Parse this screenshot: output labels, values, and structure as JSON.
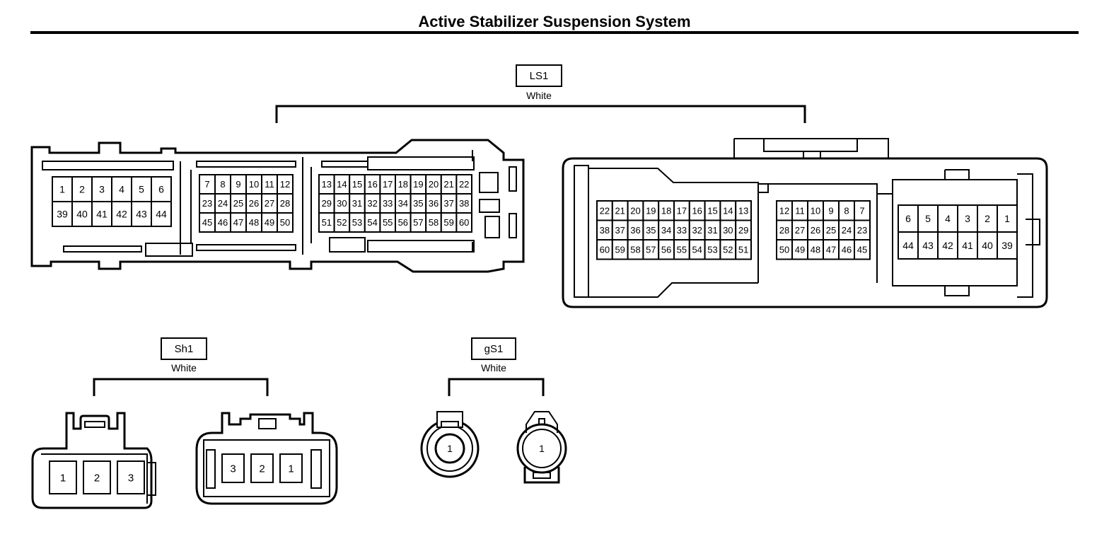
{
  "title": "Active Stabilizer Suspension System",
  "connectors": [
    {
      "code": "LS1",
      "color": "White"
    },
    {
      "code": "Sh1",
      "color": "White"
    },
    {
      "code": "gS1",
      "color": "White"
    }
  ],
  "ls1_left": {
    "block_a": [
      [
        "1",
        "2",
        "3",
        "4",
        "5",
        "6"
      ],
      [
        "39",
        "40",
        "41",
        "42",
        "43",
        "44"
      ]
    ],
    "block_b": [
      [
        "7",
        "8",
        "9",
        "10",
        "11",
        "12"
      ],
      [
        "23",
        "24",
        "25",
        "26",
        "27",
        "28"
      ],
      [
        "45",
        "46",
        "47",
        "48",
        "49",
        "50"
      ]
    ],
    "block_c": [
      [
        "13",
        "14",
        "15",
        "16",
        "17",
        "18",
        "19",
        "20",
        "21",
        "22"
      ],
      [
        "29",
        "30",
        "31",
        "32",
        "33",
        "34",
        "35",
        "36",
        "37",
        "38"
      ],
      [
        "51",
        "52",
        "53",
        "54",
        "55",
        "56",
        "57",
        "58",
        "59",
        "60"
      ]
    ]
  },
  "ls1_right": {
    "block_c": [
      [
        "22",
        "21",
        "20",
        "19",
        "18",
        "17",
        "16",
        "15",
        "14",
        "13"
      ],
      [
        "38",
        "37",
        "36",
        "35",
        "34",
        "33",
        "32",
        "31",
        "30",
        "29"
      ],
      [
        "60",
        "59",
        "58",
        "57",
        "56",
        "55",
        "54",
        "53",
        "52",
        "51"
      ]
    ],
    "block_b": [
      [
        "12",
        "11",
        "10",
        "9",
        "8",
        "7"
      ],
      [
        "28",
        "27",
        "26",
        "25",
        "24",
        "23"
      ],
      [
        "50",
        "49",
        "48",
        "47",
        "46",
        "45"
      ]
    ],
    "block_a": [
      [
        "6",
        "5",
        "4",
        "3",
        "2",
        "1"
      ],
      [
        "44",
        "43",
        "42",
        "41",
        "40",
        "39"
      ]
    ]
  },
  "sh1_left": [
    "1",
    "2",
    "3"
  ],
  "sh1_right": [
    "3",
    "2",
    "1"
  ],
  "gs1_left": [
    "1"
  ],
  "gs1_right": [
    "1"
  ]
}
